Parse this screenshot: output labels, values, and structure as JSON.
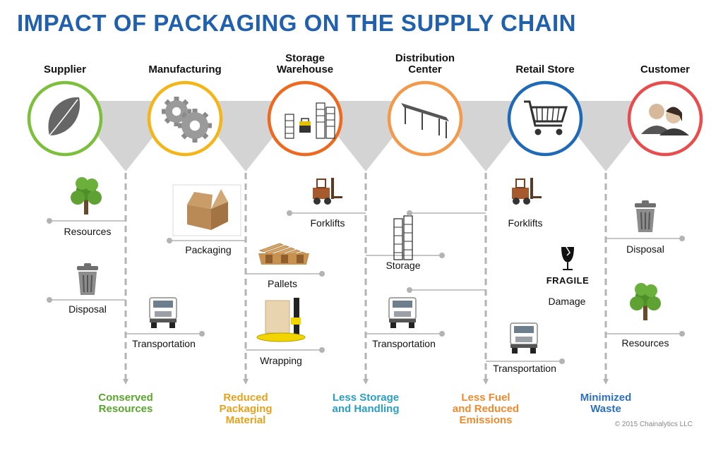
{
  "title": "IMPACT OF PACKAGING ON THE SUPPLY CHAIN",
  "colors": {
    "title": "#2160ad",
    "band": "#d4d4d4",
    "connector": "#b3b3b3",
    "supplier": "#7bbf3a",
    "manufacturing": "#f6b516",
    "storage_warehouse": "#ee6820",
    "distribution_center": "#f4994a",
    "retail_store": "#1e69b8",
    "customer": "#e94c4c",
    "outcome_green": "#5aa52e",
    "outcome_gold": "#e8a11c",
    "outcome_teal": "#2a9ec3",
    "outcome_orange": "#f08a2e",
    "outcome_blue": "#2d6fc0"
  },
  "stages": [
    {
      "name": "Supplier",
      "icon": "leaf-icon"
    },
    {
      "name": "Manufacturing",
      "icon": "gears-icon"
    },
    {
      "name": "Storage Warehouse",
      "icon": "warehouse-icon"
    },
    {
      "name": "Distribution Center",
      "icon": "conveyor-icon"
    },
    {
      "name": "Retail Store",
      "icon": "shopping-cart-icon"
    },
    {
      "name": "Customer",
      "icon": "people-icon"
    }
  ],
  "columns": [
    {
      "items": [
        {
          "label": "Resources",
          "icon": "tree-icon"
        },
        {
          "label": "Disposal",
          "icon": "trash-can-icon"
        },
        {
          "label": "Transportation",
          "icon": "truck-icon"
        }
      ],
      "outcome": [
        "Conserved",
        "Resources"
      ]
    },
    {
      "items": [
        {
          "label": "Packaging",
          "icon": "cardboard-box-icon"
        },
        {
          "label": "Pallets",
          "icon": "pallet-icon"
        },
        {
          "label": "Wrapping",
          "icon": "stretch-wrapper-icon"
        }
      ],
      "outcome": [
        "Reduced",
        "Packaging",
        "Material"
      ]
    },
    {
      "items": [
        {
          "label": "Forklifts",
          "icon": "forklift-icon"
        },
        {
          "label": "Storage",
          "icon": "storage-rack-icon"
        },
        {
          "label": "Transportation",
          "icon": "truck-icon"
        }
      ],
      "outcome": [
        "Less Storage",
        "and Handling"
      ]
    },
    {
      "items": [
        {
          "label": "Forklifts",
          "icon": "forklift-icon"
        },
        {
          "label": "Damage",
          "icon": "fragile-icon",
          "mark": "FRAGILE"
        },
        {
          "label": "Transportation",
          "icon": "truck-icon"
        }
      ],
      "outcome": [
        "Less Fuel",
        "and Reduced",
        "Emissions"
      ]
    },
    {
      "items": [
        {
          "label": "Disposal",
          "icon": "trash-can-icon"
        },
        {
          "label": "Resources",
          "icon": "tree-icon"
        }
      ],
      "outcome": [
        "Minimized",
        "Waste"
      ]
    }
  ],
  "copyright": "© 2015 Chainalytics LLC"
}
